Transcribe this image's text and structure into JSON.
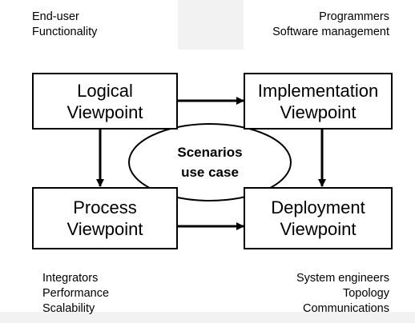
{
  "corners": {
    "top_left": [
      "End-user",
      "Functionality"
    ],
    "top_right": [
      "Programmers",
      "Software management"
    ],
    "bottom_left": [
      "Integrators",
      "Performance",
      "Scalability"
    ],
    "bottom_right": [
      "System engineers",
      "Topology",
      "Communications"
    ]
  },
  "boxes": {
    "logical": [
      "Logical",
      "Viewpoint"
    ],
    "implementation": [
      "Implementation",
      "Viewpoint"
    ],
    "process": [
      "Process",
      "Viewpoint"
    ],
    "deployment": [
      "Deployment",
      "Viewpoint"
    ]
  },
  "center": [
    "Scenarios",
    "use case"
  ],
  "colors": {
    "background": "#f2f2f2",
    "panel": "#ffffff",
    "stroke": "#000000"
  }
}
